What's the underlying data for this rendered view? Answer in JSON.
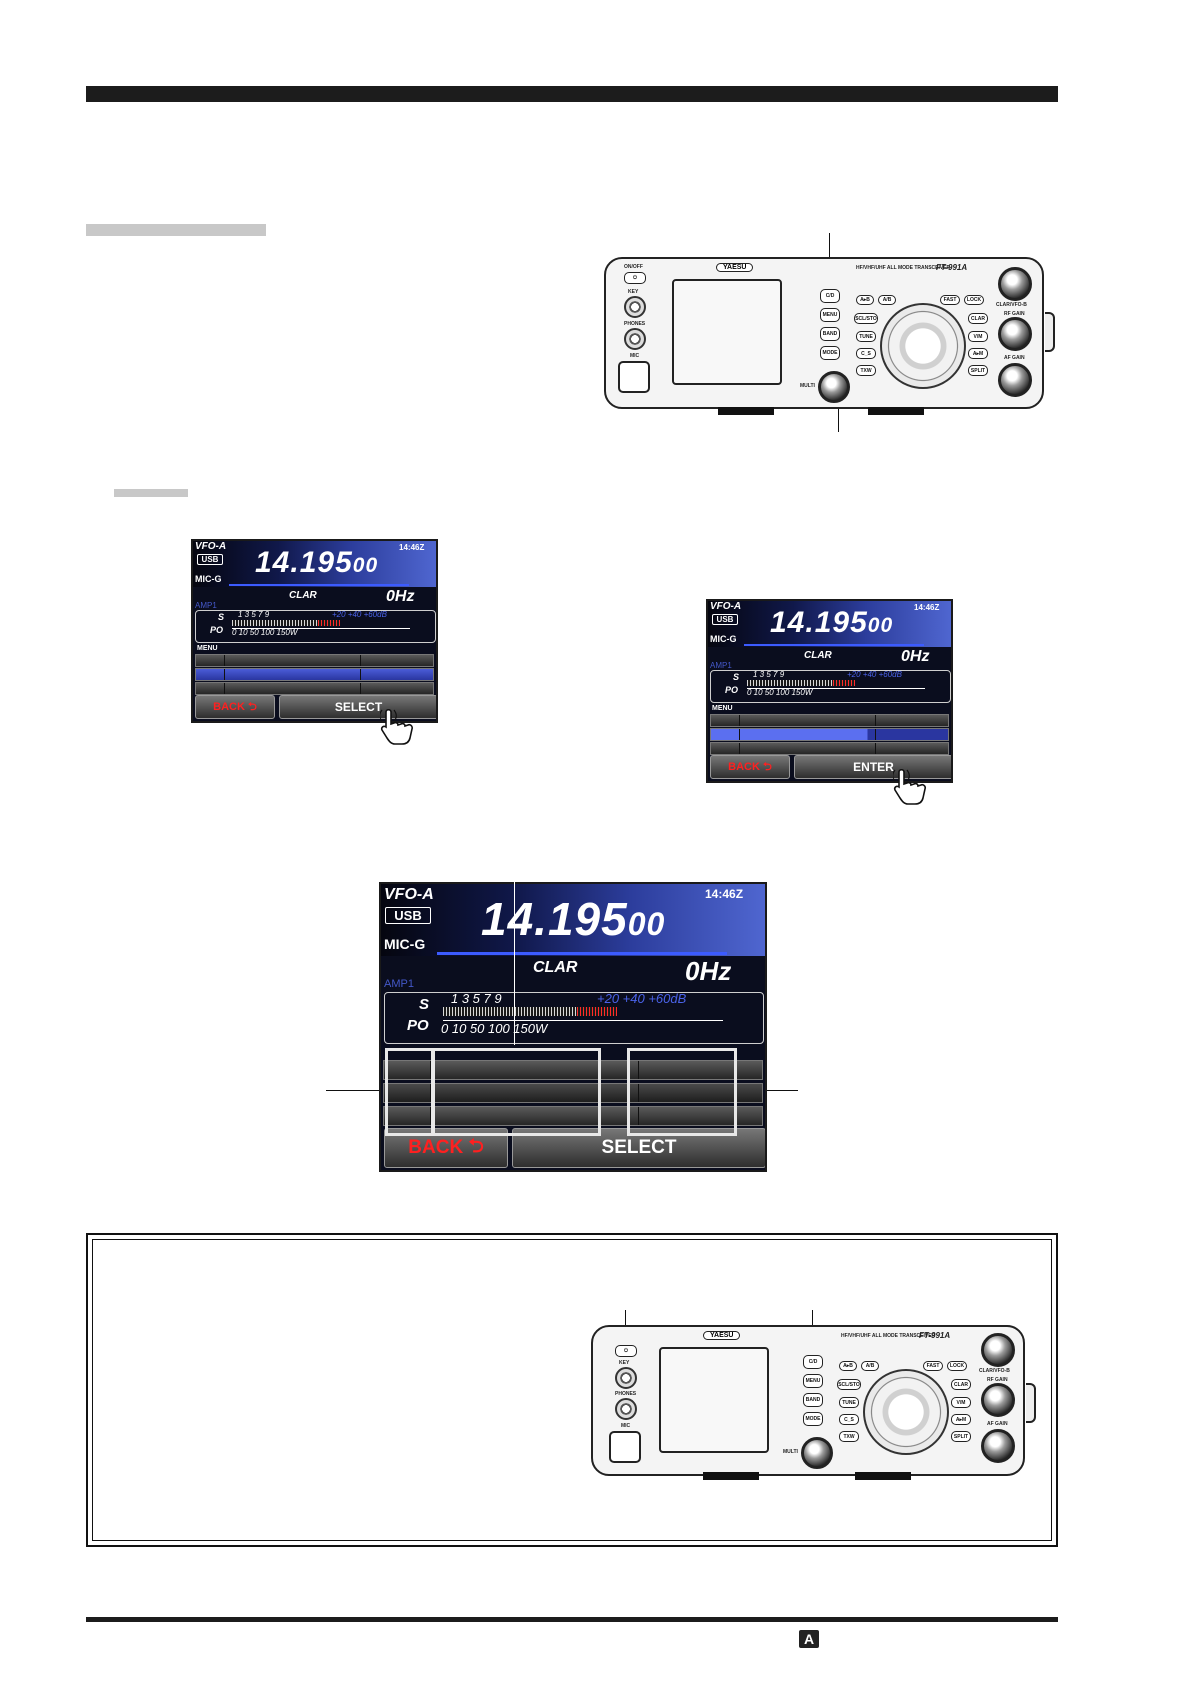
{
  "screens": {
    "vfo_label": "VFO-A",
    "mode": "USB",
    "time": "14:46Z",
    "frequency_main": "14.195",
    "frequency_sub": "00",
    "mic_gain": "MIC-G",
    "clar": "CLAR",
    "clar_value": "0Hz",
    "amp": "AMP1",
    "s_label": "S",
    "po_label": "PO",
    "s_scale": "1   3   5   7   9",
    "s_plus_scale": "+20   +40   +60dB",
    "po_scale": "0      10       50    100    150W",
    "menu_label": "MENU",
    "back_button": "BACK",
    "select_button": "SELECT",
    "enter_button": "ENTER"
  },
  "radio": {
    "brand": "YAESU",
    "model": "FT-991A",
    "subtitle": "HF/VHF/UHF ALL MODE TRANSCEIVER",
    "power_label": "ON/OFF",
    "key_label": "KEY",
    "phones_label": "PHONES",
    "mic_label": "MIC",
    "multi_label": "MULTI",
    "left_buttons": [
      "C/D",
      "MENU",
      "BAND",
      "MODE"
    ],
    "right_row_buttons": [
      "A▸B",
      "A/B",
      "FAST",
      "LOCK"
    ],
    "side_left_buttons": [
      "SCL/STO",
      "TUNE",
      "C_S",
      "TXW"
    ],
    "side_right_buttons": [
      "CLAR",
      "V/M",
      "A▸M",
      "SPLIT"
    ],
    "knob_labels": [
      "CLAR/VFO-B",
      "RF GAIN",
      "AF GAIN"
    ]
  },
  "footer": {
    "badge": "A"
  }
}
